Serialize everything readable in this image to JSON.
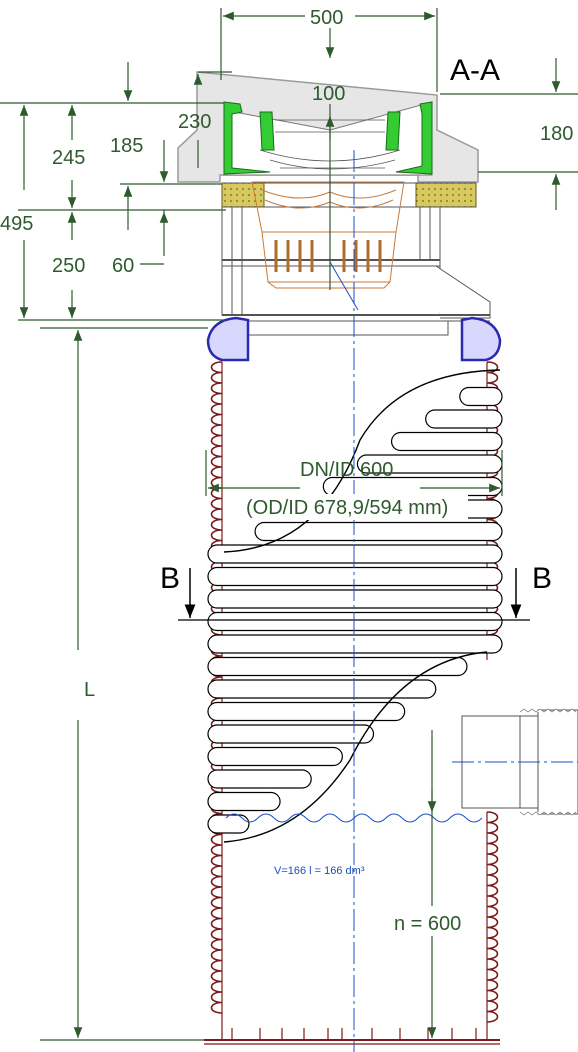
{
  "section_title": "A-A",
  "section_cut_label_left": "B",
  "section_cut_label_right": "B",
  "dimensions": {
    "top_width": "500",
    "inner_top": "100",
    "cover_height": "230",
    "right_height": "180",
    "upper_height": "245",
    "grate_height": "185",
    "total_head": "495",
    "lower_height": "250",
    "ring_height": "60",
    "pipe_length": "L",
    "outlet_height": "n = 600"
  },
  "pipe_label_1": "DN/ID 600",
  "pipe_label_2": "(OD/ID 678,9/594 mm)",
  "volume_label": "V=166 l = 166 dm³",
  "colors": {
    "dimension": "#2e5a2e",
    "pipe_outline": "#7a1a1a",
    "seal": "#2a2ab0",
    "concrete": "#e6e6e6",
    "green_part": "#33cc33",
    "grate_ring": "#d8c860",
    "axis": "#1a4fc4",
    "basket": "#c87a3a"
  }
}
